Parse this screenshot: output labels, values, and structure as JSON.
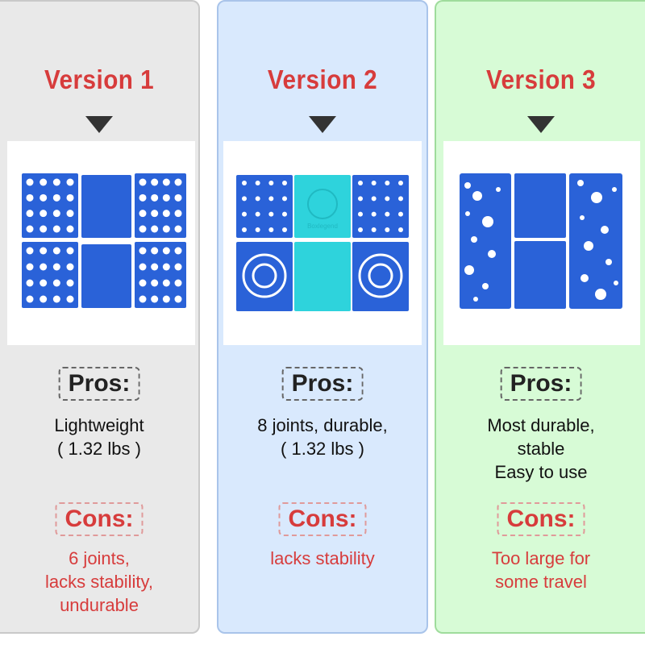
{
  "columns": [
    {
      "title": "Version 1",
      "pros_label": "Pros:",
      "pros_lines": [
        "Lightweight",
        "( 1.32 lbs )"
      ],
      "cons_label": "Cons:",
      "cons_lines": [
        "6 joints,",
        "lacks stability,",
        "undurable"
      ],
      "board_color": "#2a62d8"
    },
    {
      "title": "Version 2",
      "pros_label": "Pros:",
      "pros_lines": [
        "8 joints, durable,",
        "( 1.32 lbs )"
      ],
      "cons_label": "Cons:",
      "cons_lines": [
        "lacks stability"
      ],
      "board_color": "#2a62d8",
      "center_color": "#2ed3dc",
      "brand_mark": "Boxlegend"
    },
    {
      "title": "Version 3",
      "pros_label": "Pros:",
      "pros_lines": [
        "Most durable,",
        "stable",
        "Easy to use"
      ],
      "cons_label": "Cons:",
      "cons_lines": [
        "Too large for",
        "some travel"
      ],
      "board_color": "#2a62d8"
    }
  ],
  "colors": {
    "title_red": "#d73c3c",
    "col1_bg": "#e9e9e9",
    "col2_bg": "#d9e9fd",
    "col3_bg": "#d7fbd6"
  }
}
